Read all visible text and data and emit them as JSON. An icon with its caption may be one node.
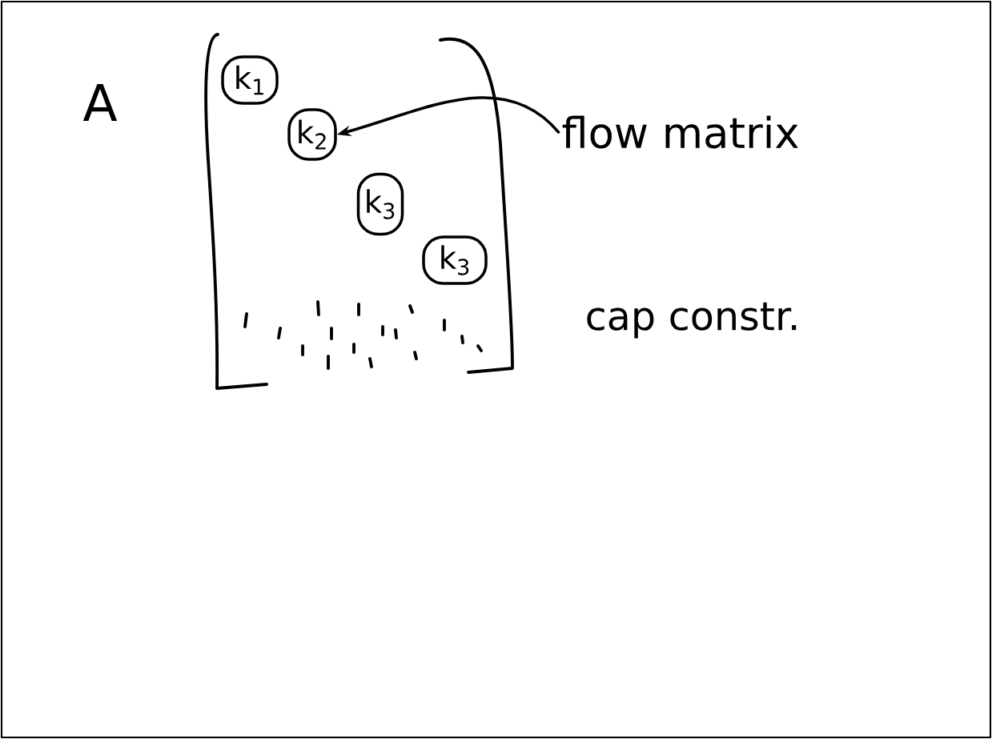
{
  "diagram": {
    "nodes": [
      {
        "text": [
          "k$_{1}$"
        ]
      },
      {
        "text": [
          "k$_{2}$"
        ]
      },
      {
        "text": [
          "k$_{3}$"
        ]
      },
      {
        "text": [
          "k$_{3}$"
        ]
      },
      {
        "text": [
          "flow matrix"
        ]
      }
    ],
    "edges": [
      {
        "from": 4,
        "to": 1,
        "arrow": "to"
      }
    ],
    "labels": [
      "A",
      "cap constr."
    ]
  }
}
